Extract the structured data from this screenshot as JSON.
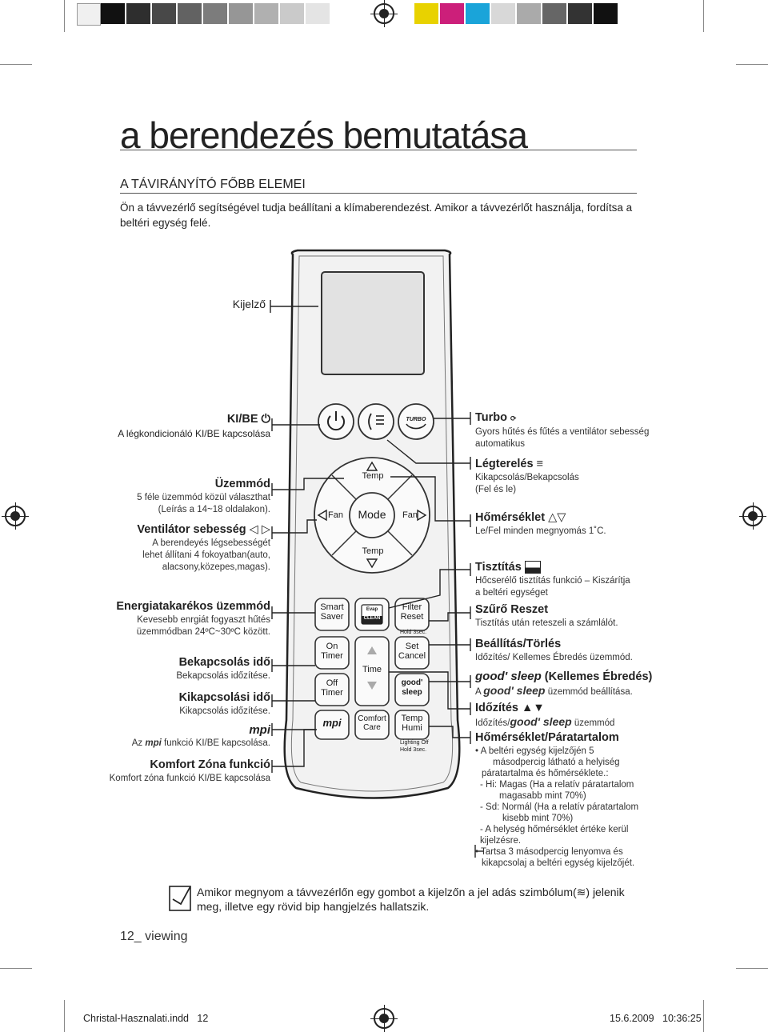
{
  "page": {
    "title": "a berendezés bemutatása",
    "section": "A TÁVIRÁNYÍTÓ FŐBB ELEMEI",
    "intro": "Ön a távvezérlő segítségével tudja beállítani a klímaberendezést. Amikor a távvezérlőt használja, fordítsa a beltéri egység felé."
  },
  "remote": {
    "btn_temp_up": "Temp",
    "btn_temp_down": "Temp",
    "btn_mode": "Mode",
    "btn_fan_left": "Fan",
    "btn_fan_right": "Fan",
    "btn_turbo": "TURBO",
    "smart_saver_1": "Smart",
    "smart_saver_2": "Saver",
    "evap_1": "Evap",
    "evap_2": "CLEAN",
    "filter_1": "Filter",
    "filter_2": "Reset",
    "hold_filter": "Hold 3sec.",
    "on_timer_1": "On",
    "on_timer_2": "Timer",
    "time": "Time",
    "set_cancel_1": "Set",
    "set_cancel_2": "Cancel",
    "off_timer_1": "Off",
    "off_timer_2": "Timer",
    "good_sleep_1": "good'",
    "good_sleep_2": "sleep",
    "mpi": "mpi",
    "comfort_1": "Comfort",
    "comfort_2": "Care",
    "temp_humi_1": "Temp",
    "temp_humi_2": "Humi",
    "lighting_1": "Lighting Off",
    "lighting_2": "Hold 3sec."
  },
  "left_labels": {
    "display": "Kijelző",
    "onoff_title": "KI/BE",
    "onoff_desc": "A légkondicionáló KI/BE kapcsolása",
    "mode_title": "Üzemmód",
    "mode_desc_1": "5 féle üzemmód közül választhat",
    "mode_desc_2": "(Leírás a 14~18 oldalakon).",
    "fan_title": "Ventilátor sebesség",
    "fan_desc_1": "A berendeyés légsebességét",
    "fan_desc_2": "lehet állítani 4 fokoyatban(auto,",
    "fan_desc_3": "alacsony,közepes,magas).",
    "saver_title": "Energiatakarékos üzemmód",
    "saver_desc_1": "Kevesebb enrgiát fogyaszt hűtés",
    "saver_desc_2": "üzemmódban 24ºC~30ºC között.",
    "on_time_title": "Bekapcsolás idő",
    "on_time_desc": "Bekapcsolás időzítése.",
    "off_time_title": "Kikapcsolási idő",
    "off_time_desc": "Kikapcsolás időzítése.",
    "mpi_title": "mpi",
    "mpi_desc_pre": "Az",
    "mpi_desc_mid": "mpi",
    "mpi_desc_post": "funkció KI/BE kapcsolása.",
    "comfort_title": "Komfort Zóna funkció",
    "comfort_desc": "Komfort zóna funkció KI/BE kapcsolása"
  },
  "right_labels": {
    "turbo_title": "Turbo",
    "turbo_desc_1": "Gyors hűtés és fűtés a ventilátor sebesség",
    "turbo_desc_2": "automatikus",
    "swing_title": "Légterelés",
    "swing_desc_1": "Kikapcsolás/Bekapcsolás",
    "swing_desc_2": "(Fel és le)",
    "temp_title": "Hőmérséklet",
    "temp_desc": "Le/Fel minden megnyomás 1˚C.",
    "clean_title": "Tisztítás",
    "clean_desc_1": "Hőcserélő tisztítás funkció – Kiszárítja",
    "clean_desc_2": "a beltéri egységet",
    "filter_title": "Szűrő Reszet",
    "filter_desc": "Tisztítás után reteszeli a számlálót.",
    "set_title": "Beállítás/Törlés",
    "set_desc": "Időzítés/ Kellemes Ébredés üzemmód.",
    "sleep_title_logo": "good' sleep",
    "sleep_title": "(Kellemes Ébredés)",
    "sleep_desc_pre": "A",
    "sleep_desc_logo": "good' sleep",
    "sleep_desc_post": "üzemmód beállítása.",
    "timing_title": "Időzítés ▲▼",
    "timing_desc_pre": "Időzítés/",
    "timing_desc_logo": "good' sleep",
    "timing_desc_post": "üzemmód",
    "humi_title": "Hőmérséklet/Páratartalom",
    "humi_l1": "• A beltéri egység kijelzőjén 5",
    "humi_l2": "másodpercig látható a helyiség",
    "humi_l3": "páratartalma és hőmérséklete.:",
    "humi_l4": "- Hi: Magas (Ha a relatív páratartalom",
    "humi_l5": "magasabb mint 70%)",
    "humi_l6": "- Sd: Normál (Ha a relatív páratartalom",
    "humi_l7": "kisebb mint 70%)",
    "humi_l8": "- A helység hőmérséklet értéke kerül",
    "humi_l9": "kijelzésre.",
    "humi_l10": "• Tartsa 3 másodpercig lenyomva és",
    "humi_l11": "kikapcsolaj a beltéri egység kijelzőjét."
  },
  "note": {
    "text_1": "Amikor megnyom a távvezérlőn egy gombot a kijelzőn a jel adás szimbólum(",
    "text_2": ") jelenik meg, illetve egy rövid bip hangjelzés hallatszik."
  },
  "footer": {
    "page": "12_ viewing",
    "file": "Christal-Hasznalati.indd   12",
    "date": "15.6.2009   10:36:25"
  },
  "colors": {
    "colorbar": [
      "#111111",
      "#333333",
      "#4d4d4d",
      "#666666",
      "#808080",
      "#999999",
      "#b3b3b3",
      "#cccccc",
      "#e6e6e6",
      "#f5f5f5"
    ]
  }
}
